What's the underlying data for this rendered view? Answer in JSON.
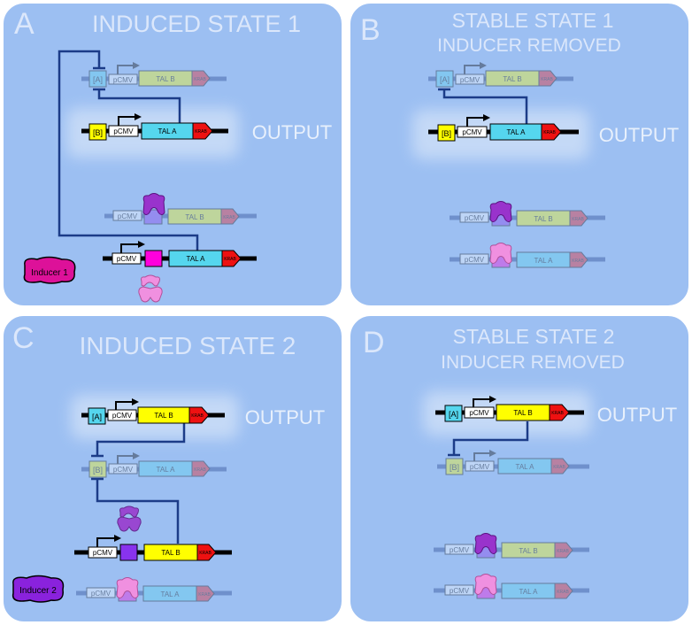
{
  "panels": {
    "A": {
      "letter": "A",
      "title": "INDUCED STATE 1",
      "output": "OUTPUT",
      "inducer": "Inducer 1"
    },
    "B": {
      "letter": "B",
      "title_line1": "STABLE STATE 1",
      "title_line2": "INDUCER REMOVED",
      "output": "OUTPUT"
    },
    "C": {
      "letter": "C",
      "title": "INDUCED STATE 2",
      "output": "OUTPUT",
      "inducer": "Inducer 2"
    },
    "D": {
      "letter": "D",
      "title_line1": "STABLE STATE 2",
      "title_line2": "INDUCER REMOVED",
      "output": "OUTPUT"
    }
  },
  "parts": {
    "promoter": "pCMV",
    "operator_a": "[A]",
    "operator_b": "[B]",
    "tal_a": "TAL A",
    "tal_b": "TAL B",
    "krab": "KRAB"
  },
  "colors": {
    "panel_bg": "#9cbff2",
    "tal_a": "#55d6ee",
    "tal_b": "#ffff00",
    "krab": "#ee1111",
    "magenta_site": "#ff00dd",
    "purple_site": "#8833ee",
    "repressor_purple": "#9933cc",
    "repressor_pink": "#f090e0",
    "wire": "#1c3c88",
    "inducer1": "#dd1199",
    "inducer2": "#8a22dd"
  }
}
